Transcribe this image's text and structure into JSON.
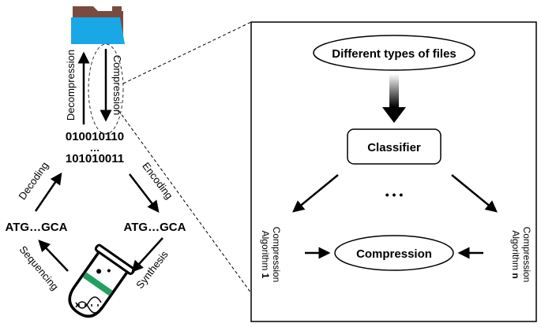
{
  "pipeline": {
    "left_arrow_label": "Decompression",
    "right_arrow_label": "Compression",
    "binary_top": "010010110",
    "binary_ellipsis": "…",
    "binary_bottom": "101010011",
    "decoding_label": "Decoding",
    "encoding_label": "Encoding",
    "dna_left": "ATG…GCA",
    "dna_right": "ATG…GCA",
    "sequencing_label": "Sequencing",
    "synthesis_label": "Synthesis"
  },
  "detail": {
    "input_label": "Different types of files",
    "classifier_label": "Classifier",
    "ellipsis": "• • •",
    "algo_left_line1": "Compression",
    "algo_left_line2": "Algorithm",
    "algo_left_index": "1",
    "algo_right_line1": "Compression",
    "algo_right_line2": "Algorithm",
    "algo_right_index": "n",
    "output_label": "Compression"
  },
  "colors": {
    "folder_front": "#1aa7e6",
    "folder_back": "#7a4a40",
    "liquid": "#22a060"
  },
  "icons": {
    "folder": "folder-icon",
    "tube": "test-tube-icon",
    "dna": "dna-icon"
  }
}
